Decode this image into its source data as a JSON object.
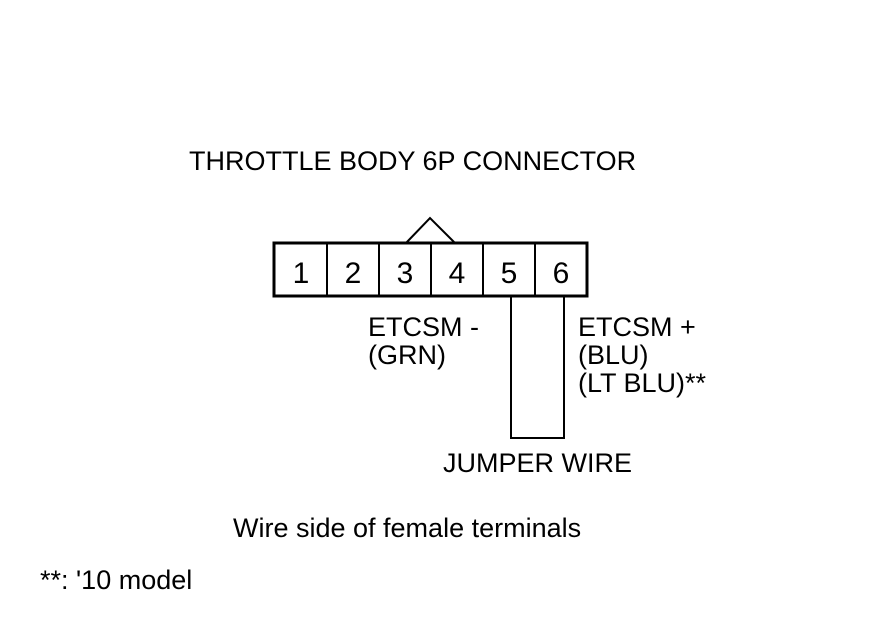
{
  "title": "THROTTLE BODY 6P CONNECTOR",
  "pins": [
    "1",
    "2",
    "3",
    "4",
    "5",
    "6"
  ],
  "labels": {
    "pin3": [
      "ETCSM -",
      "(GRN)"
    ],
    "pin6": [
      "ETCSM +",
      "(BLU)",
      "(LT BLU)**"
    ],
    "jumper": "JUMPER WIRE"
  },
  "caption": "Wire side of female terminals",
  "footnote": "**: '10 model",
  "colors": {
    "line": "#000000",
    "background": "#ffffff"
  }
}
